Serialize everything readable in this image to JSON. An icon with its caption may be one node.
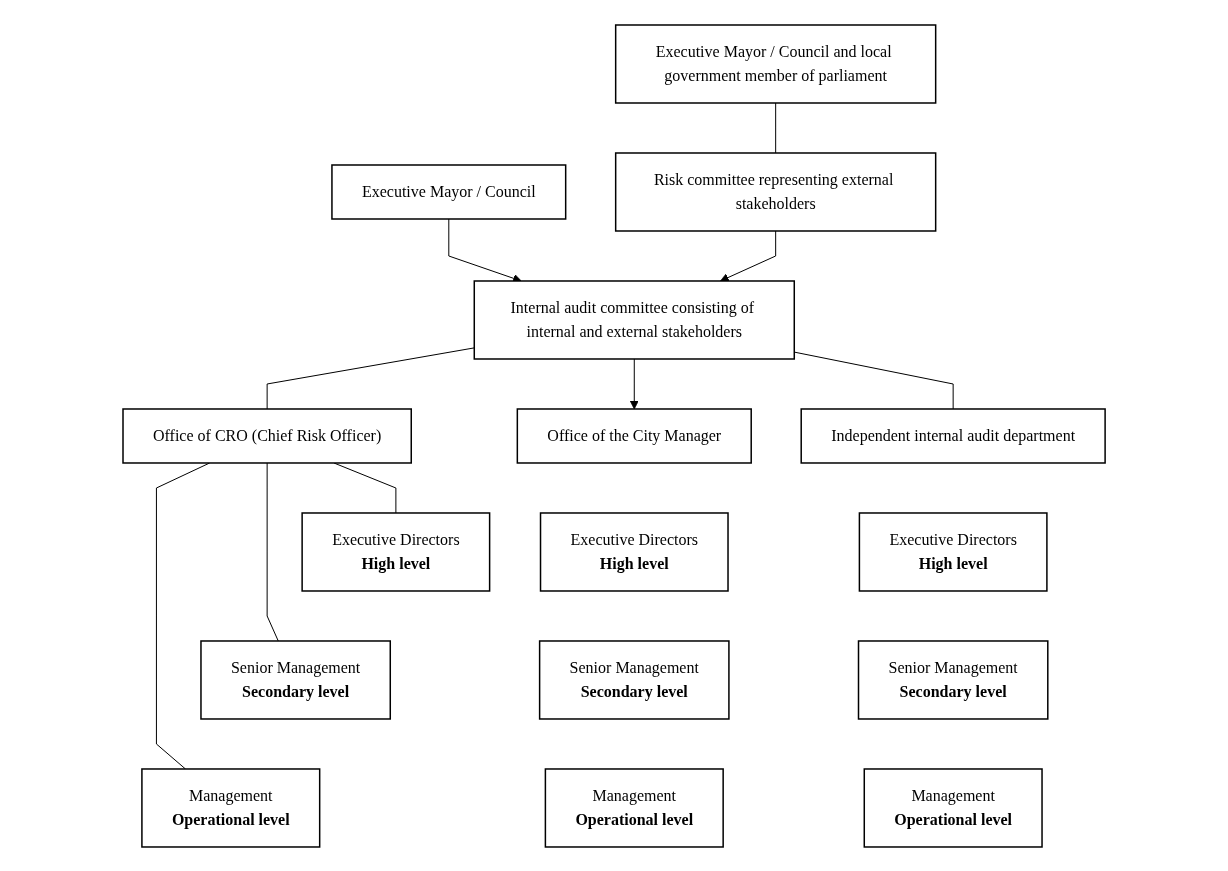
{
  "diagram": {
    "nodes": [
      {
        "text": [
          "Executive Mayor / Council"
        ]
      },
      {
        "text": [
          "Executive Mayor / Council and local government member of parliament"
        ]
      },
      {
        "text": [
          "Internal audit committee consisting of internal and external stakeholders"
        ]
      },
      {
        "text": [
          "Risk committee representing external stakeholders"
        ]
      },
      {
        "text": [
          "Office of CRO (Chief Risk Officer)"
        ]
      },
      {
        "text": [
          "Office of the City Manager"
        ]
      },
      {
        "text": [
          "Independent internal audit department"
        ]
      },
      {
        "text": [
          "Executive Directors",
          "High level"
        ]
      },
      {
        "text": [
          "Executive Directors",
          "High level"
        ]
      },
      {
        "text": [
          "Executive Directors",
          "High level"
        ]
      },
      {
        "text": [
          "Senior Management",
          "Secondary level"
        ]
      },
      {
        "text": [
          "Senior Management",
          "Secondary level"
        ]
      },
      {
        "text": [
          "Senior Management",
          "Secondary level"
        ]
      },
      {
        "text": [
          "Management",
          "Operational level"
        ]
      },
      {
        "text": [
          "Management",
          "Operational level"
        ]
      },
      {
        "text": [
          "Management",
          "Operational level"
        ]
      }
    ],
    "edges": [
      {
        "from": 0,
        "to": 2,
        "arrow": "to"
      },
      {
        "from": 1,
        "to": 3,
        "arrow": "none"
      },
      {
        "from": 3,
        "to": 2,
        "arrow": "to"
      },
      {
        "from": 2,
        "to": 4,
        "arrow": "none"
      },
      {
        "from": 2,
        "to": 5,
        "arrow": "to"
      },
      {
        "from": 2,
        "to": 6,
        "arrow": "none"
      },
      {
        "from": 4,
        "to": 7,
        "arrow": "none"
      },
      {
        "from": 4,
        "to": 10,
        "arrow": "none"
      },
      {
        "from": 4,
        "to": 13,
        "arrow": "none"
      }
    ]
  }
}
